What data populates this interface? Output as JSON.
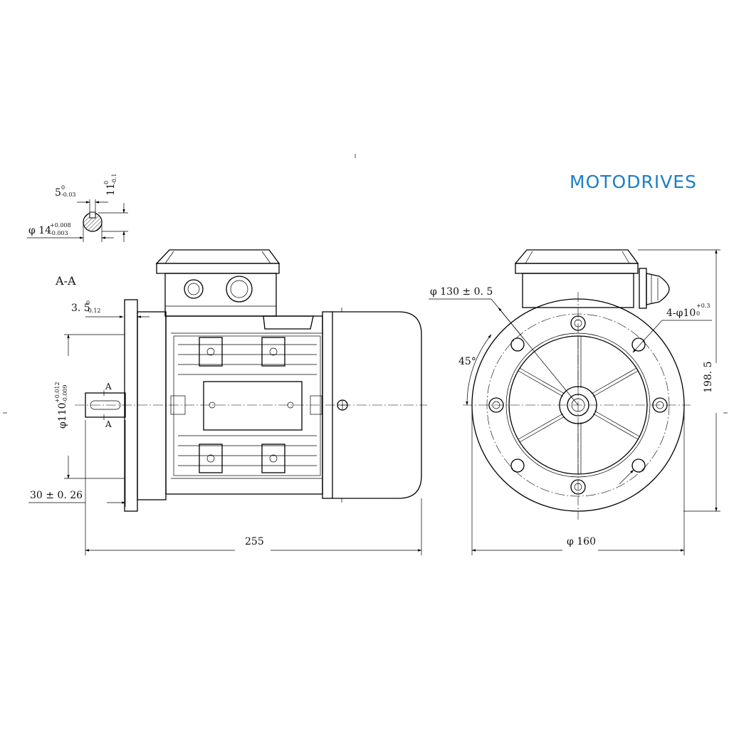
{
  "brand": "MOTODRIVES",
  "section_label": "A-A",
  "section_marker": "A",
  "key_detail": {
    "key_width": "5",
    "key_width_tol_upper": "0",
    "key_width_tol_lower": "-0.03",
    "key_depth": "11",
    "key_depth_tol_upper": "0",
    "key_depth_tol_lower": "-0.1",
    "shaft_dia": "φ 14",
    "shaft_dia_tol_upper": "+0.008",
    "shaft_dia_tol_lower": "-0.003"
  },
  "side_view": {
    "flange_thickness": "3. 5",
    "flange_thickness_tol_upper": "0",
    "flange_thickness_tol_lower": "-0.12",
    "spigot_dia": "φ110",
    "spigot_dia_tol_upper": "+0.012",
    "spigot_dia_tol_lower": "-0.009",
    "shaft_length": "30 ± 0. 26",
    "overall_length": "255"
  },
  "front_view": {
    "pcd": "φ 130 ± 0. 5",
    "angle": "45°",
    "holes": "4-φ10",
    "holes_tol_upper": "+0.3",
    "holes_tol_lower": "0",
    "height": "198. 5",
    "flange_dia": "φ 160"
  }
}
